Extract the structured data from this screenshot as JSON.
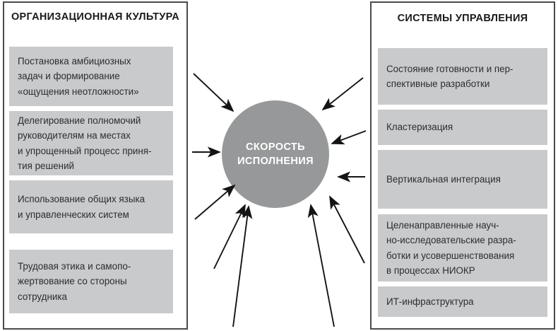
{
  "diagram": {
    "type": "converging-arrows",
    "center": {
      "label": "СКОРОСТЬ\nИСПОЛНЕНИЯ",
      "fill_color": "#979899",
      "text_color": "#ffffff"
    },
    "box_fill_color": "#c8cacb",
    "panel_border_color": "#4a4a4a",
    "left_panel": {
      "title": "ОРГАНИЗАЦИОННАЯ\nКУЛЬТУРА",
      "items": [
        {
          "label": "Постановка амбициозных\nзадач и формирование\n«ощущения неотложности»"
        },
        {
          "label": "Делегирование полномочий\nруководителям на местах\nи упрощенный процесс приня-\nтия решений"
        },
        {
          "label": "Использование общих языка\nи управленческих систем"
        },
        {
          "label": "Трудовая этика и самопо-\nжертвование со стороны\nсотрудника"
        }
      ]
    },
    "right_panel": {
      "title": "СИСТЕМЫ\nУПРАВЛЕНИЯ",
      "items": [
        {
          "label": "Состояние готовности и пер-\nспективные разработки"
        },
        {
          "label": "Кластеризация"
        },
        {
          "label": "Вертикальная интеграция"
        },
        {
          "label": "Целенаправленные науч-\nно-исследовательские разра-\nботки и усовершенствования\nв процессах НИОКР"
        },
        {
          "label": "ИТ-инфраструктура"
        }
      ]
    },
    "arrows": {
      "count": 10,
      "color": "#141414",
      "direction": "inward-to-center",
      "description": "Ten black arrows point inward from the surrounding boxes toward the central circle."
    }
  }
}
